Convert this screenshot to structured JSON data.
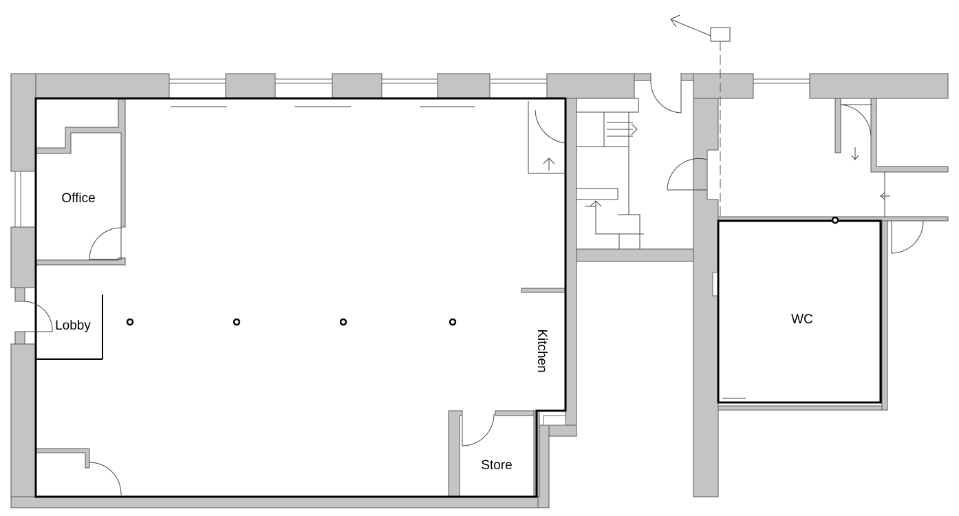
{
  "rooms": {
    "office": "Office",
    "lobby": "Lobby",
    "kitchen": "Kitchen",
    "store": "Store",
    "wc": "WC"
  },
  "colors": {
    "wall_fill": "#c4c4c4",
    "line": "#000000",
    "background": "#ffffff"
  }
}
